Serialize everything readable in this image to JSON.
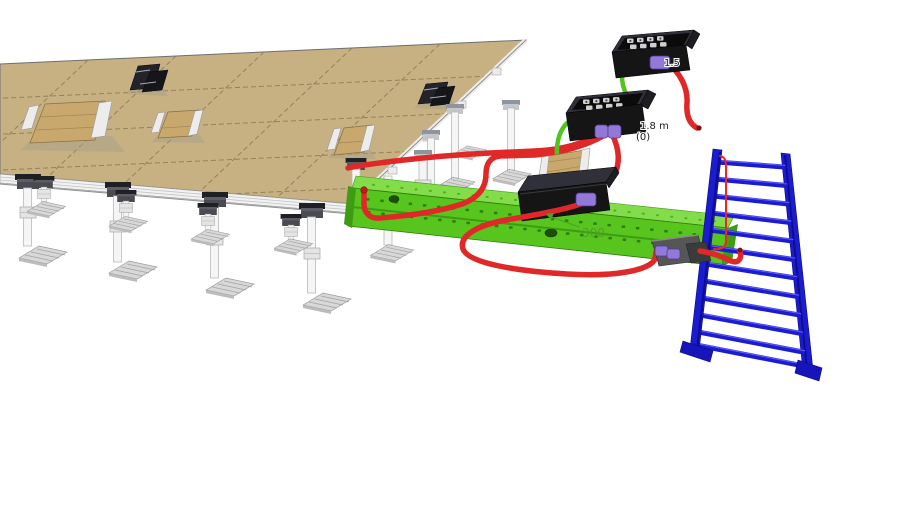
{
  "annotations": {
    "cable_length_top": "1.5",
    "cable_length_mid_line1": "1.8 m",
    "cable_length_mid_line2": "(0)",
    "tray_dimension": "300"
  },
  "colors": {
    "background": "#ffffff",
    "floor_top": "#c7b183",
    "floor_grid": "#8a7a52",
    "floor_edge": "#f2f2f2",
    "pedestal_white": "#f5f5f5",
    "pedestal_head": "#26262c",
    "pedestal_base": "#d8d8d8",
    "tray_green": "#58c41e",
    "tray_green_top": "#83dc4a",
    "tray_green_dark": "#3e9c12",
    "cable_red": "#e02828",
    "cable_green": "#53c41d",
    "pdu_black": "#151515",
    "connector_purple": "#9279d8",
    "ladder_blue": "#1b1bd0",
    "ladder_blue_dark": "#0d0d8e",
    "gray_box": "#565656",
    "dimension_green": "#4f9f28",
    "label_dark": "#1b1b1b",
    "wood_tan": "#c8a86d"
  }
}
